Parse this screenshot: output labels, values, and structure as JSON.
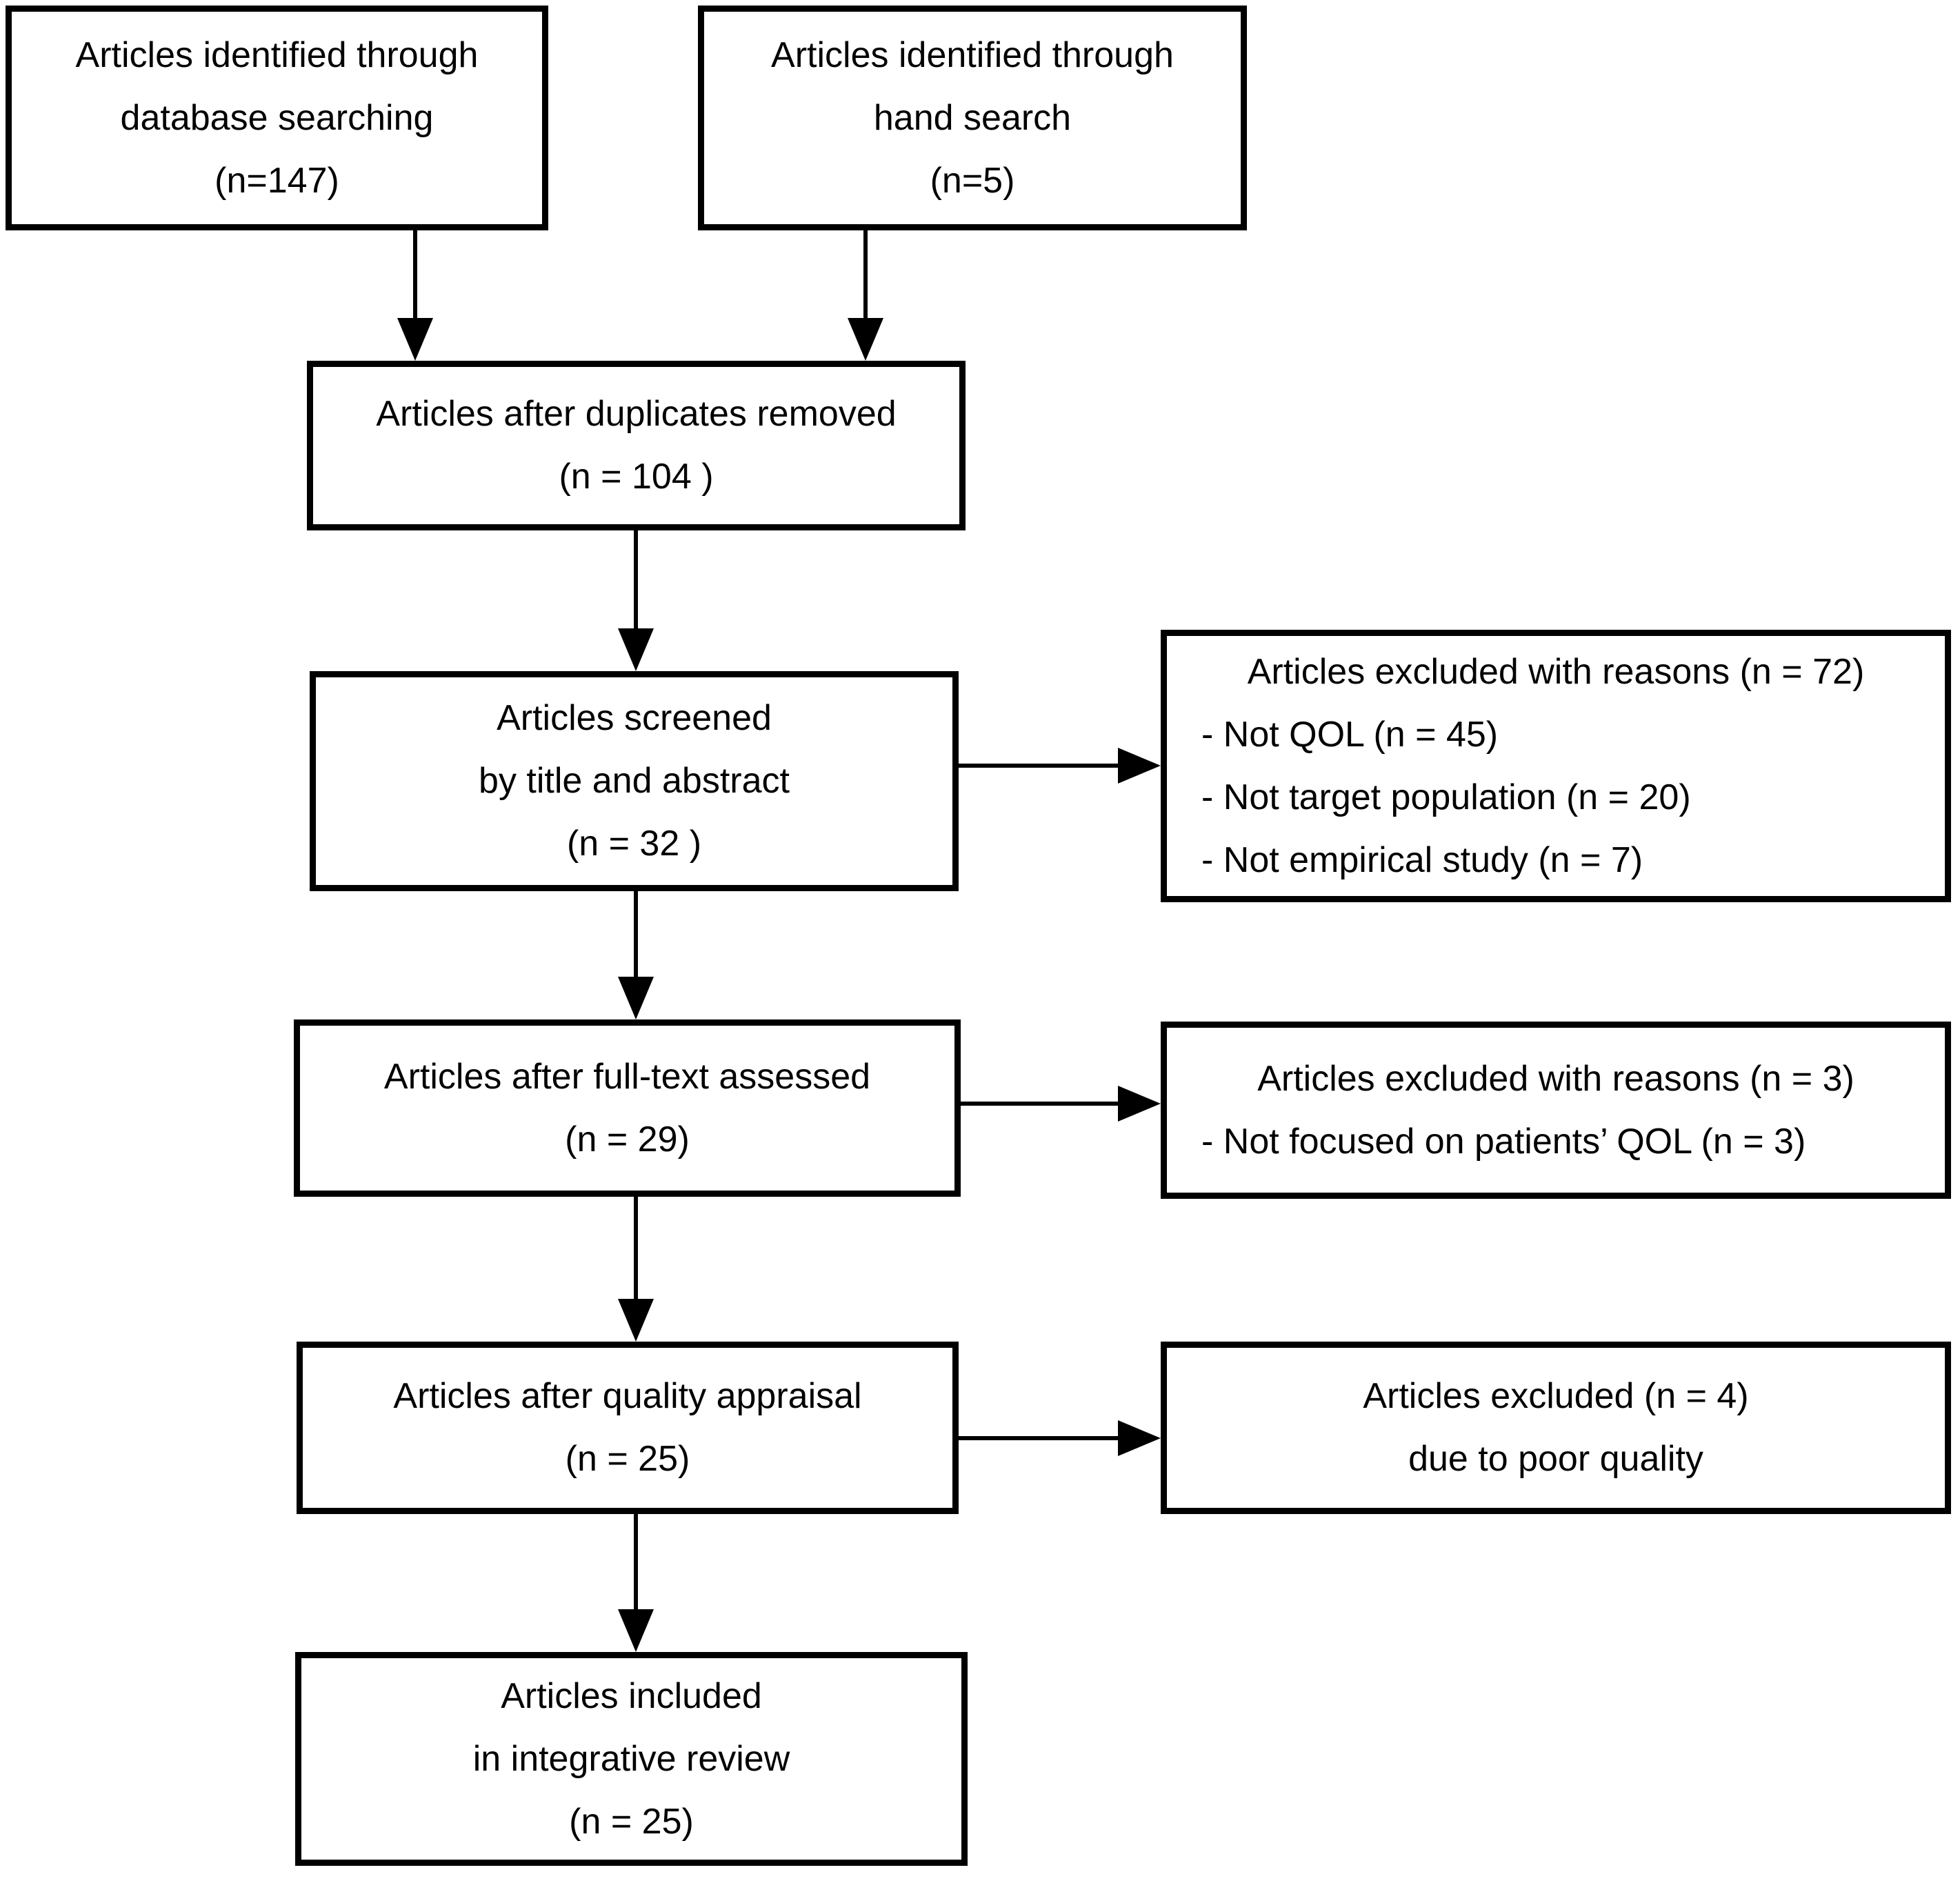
{
  "figure": {
    "background_color": "#ffffff",
    "border_color": "#000000",
    "text_color": "#000000"
  },
  "boxes": {
    "database_searching": {
      "lines": [
        "Articles identified through",
        "database searching",
        "(n=147)"
      ]
    },
    "hand_search": {
      "lines": [
        "Articles identified through",
        "hand search",
        "(n=5)"
      ]
    },
    "duplicates_removed": {
      "lines": [
        "Articles after duplicates removed",
        "(n = 104 )"
      ]
    },
    "screening": {
      "lines": [
        "Articles screened",
        "by title and abstract",
        "(n = 32 )"
      ]
    },
    "excluded_screening": {
      "title": "Articles excluded with reasons (n = 72)",
      "items": [
        "- Not QOL (n = 45)",
        "- Not target population (n = 20)",
        "- Not empirical study (n = 7)"
      ]
    },
    "full_text": {
      "lines": [
        "Articles after full-text assessed",
        "(n = 29)"
      ]
    },
    "excluded_full_text": {
      "title": "Articles excluded with reasons (n = 3)",
      "items": [
        "- Not focused on patients’ QOL (n = 3)"
      ]
    },
    "quality_appraisal": {
      "lines": [
        "Articles after quality appraisal",
        "(n = 25)"
      ]
    },
    "excluded_quality": {
      "lines": [
        "Articles excluded (n = 4)",
        "due to poor quality"
      ]
    },
    "included": {
      "lines": [
        "Articles included",
        "in integrative review",
        "(n = 25)"
      ]
    }
  }
}
